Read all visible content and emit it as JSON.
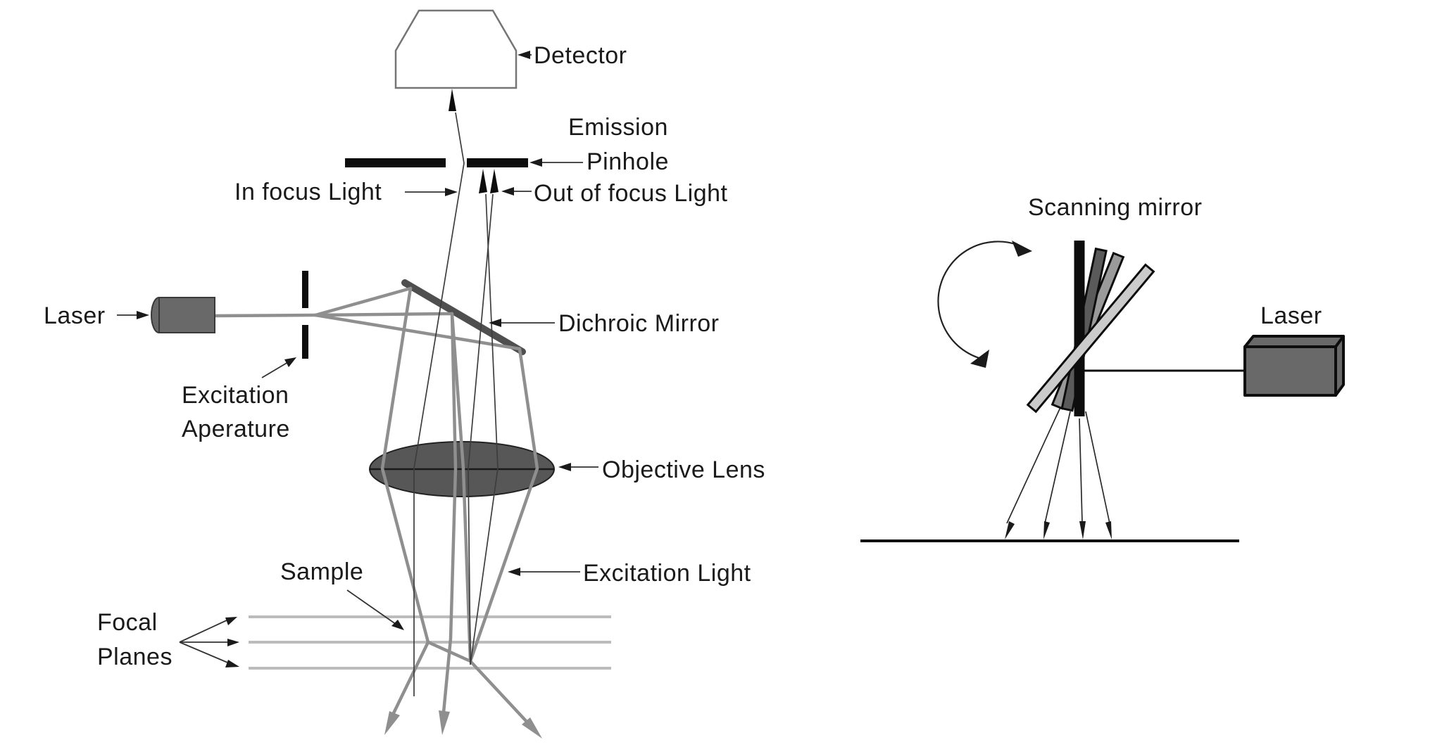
{
  "figure": {
    "type": "optical-schematic",
    "description_left": "confocal microscope light path",
    "description_right": "scanning mirror beam fan"
  },
  "confocal": {
    "labels": {
      "detector": "Detector",
      "emission_line1": "Emission",
      "emission_line2": "Pinhole",
      "in_focus": "In focus Light",
      "out_of_focus": "Out of focus Light",
      "laser": "Laser",
      "excitation_aperture_line1": "Excitation",
      "excitation_aperture_line2": "Aperature",
      "dichroic": "Dichroic Mirror",
      "objective": "Objective Lens",
      "sample": "Sample",
      "excitation_light": "Excitation Light",
      "focal_line1": "Focal",
      "focal_line2": "Planes"
    }
  },
  "scanner": {
    "labels": {
      "scanning_mirror": "Scanning mirror",
      "laser": "Laser"
    }
  },
  "colors": {
    "ink": "#1a1a1a",
    "ray_gray": "#8f8f8f",
    "emission_line_gray": "#3d3d3d",
    "focal_plane_gray": "#bcbcbc",
    "component_dark_gray": "#575757",
    "dichroic_gray": "#4f4f4f",
    "laser_body_gray": "#696969",
    "mirror_black": "#0d0d0d",
    "mirror_dark_gray": "#5a5a5a",
    "mirror_medium_gray": "#9a9a9a",
    "mirror_light_gray": "#cbcbcb",
    "detector_outline_gray": "#757575"
  }
}
